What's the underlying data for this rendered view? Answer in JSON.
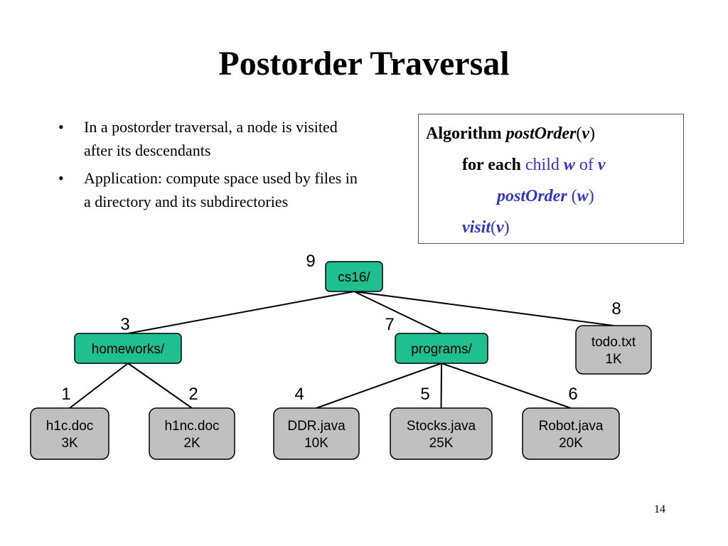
{
  "title": "Postorder Traversal",
  "bullets": [
    "In a postorder traversal, a node is visited after its descendants",
    "Application: compute space used by files in a directory and its subdirectories"
  ],
  "bullet_symbol": "•",
  "algorithm": {
    "kw_algorithm": "Algorithm",
    "func_name": "postOrder",
    "param": "v",
    "kw_for_each": "for each",
    "kw_child": "child",
    "var_w": "w",
    "kw_of": "of",
    "var_v": "v",
    "call_name": "postOrder",
    "call_arg": "w",
    "visit_name": "visit",
    "visit_arg": "v"
  },
  "tree": {
    "nodes": [
      {
        "id": "cs16",
        "lines": [
          "cs16/"
        ],
        "type": "directory",
        "order": "9"
      },
      {
        "id": "homeworks",
        "lines": [
          "homeworks/"
        ],
        "type": "directory",
        "order": "3"
      },
      {
        "id": "programs",
        "lines": [
          "programs/"
        ],
        "type": "directory",
        "order": "7"
      },
      {
        "id": "todo",
        "lines": [
          "todo.txt",
          "1K"
        ],
        "type": "file",
        "order": "8"
      },
      {
        "id": "h1c",
        "lines": [
          "h1c.doc",
          "3K"
        ],
        "type": "file",
        "order": "1"
      },
      {
        "id": "h1nc",
        "lines": [
          "h1nc.doc",
          "2K"
        ],
        "type": "file",
        "order": "2"
      },
      {
        "id": "ddr",
        "lines": [
          "DDR.java",
          "10K"
        ],
        "type": "file",
        "order": "4"
      },
      {
        "id": "stocks",
        "lines": [
          "Stocks.java",
          "25K"
        ],
        "type": "file",
        "order": "5"
      },
      {
        "id": "robot",
        "lines": [
          "Robot.java",
          "20K"
        ],
        "type": "file",
        "order": "6"
      }
    ],
    "edges": [
      [
        "cs16",
        "homeworks"
      ],
      [
        "cs16",
        "programs"
      ],
      [
        "cs16",
        "todo"
      ],
      [
        "homeworks",
        "h1c"
      ],
      [
        "homeworks",
        "h1nc"
      ],
      [
        "programs",
        "ddr"
      ],
      [
        "programs",
        "stocks"
      ],
      [
        "programs",
        "robot"
      ]
    ],
    "colors": {
      "directory": "#1fbf8f",
      "file": "#c0c0c0"
    }
  },
  "page_number": "14"
}
